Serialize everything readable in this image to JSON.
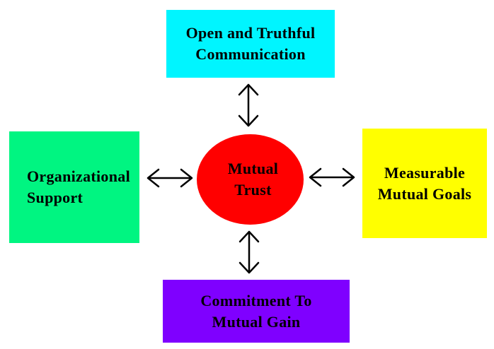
{
  "colors": {
    "top": "#00f5ff",
    "left": "#00f581",
    "right": "#ffff00",
    "bottom": "#7f00ff",
    "center": "#ff0000",
    "arrow": "#000000"
  },
  "center": {
    "label": "Mutual\nTrust"
  },
  "top": {
    "label": "Open and Truthful\nCommunication"
  },
  "left": {
    "label": "Organizational\nSupport"
  },
  "right": {
    "label": "Measurable\nMutual Goals"
  },
  "bottom": {
    "label": "Commitment To\nMutual Gain"
  },
  "arrows": [
    {
      "from": "center",
      "to": "top",
      "direction": "bidirectional"
    },
    {
      "from": "center",
      "to": "left",
      "direction": "bidirectional"
    },
    {
      "from": "center",
      "to": "right",
      "direction": "bidirectional"
    },
    {
      "from": "center",
      "to": "bottom",
      "direction": "bidirectional"
    }
  ]
}
